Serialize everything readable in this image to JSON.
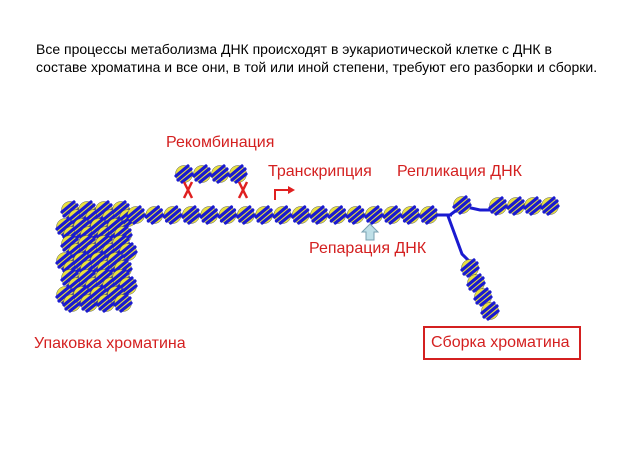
{
  "intro_text": "Все процессы метаболизма ДНК происходят в эукариотической клетке с ДНК в составе хроматина и все они, в той или иной степени, требуют его разборки и сборки.",
  "labels": {
    "recombination": "Рекомбинация",
    "transcription": "Транскрипция",
    "replication": "Репликация ДНК",
    "repair": "Репарация ДНК",
    "packing": "Упаковка хроматина",
    "assembly": "Сборка хроматина"
  },
  "colors": {
    "label": "#d42020",
    "dna": "#1a1ad0",
    "histone": "#e8e040",
    "repair_arrow": "#bfe0e8"
  }
}
